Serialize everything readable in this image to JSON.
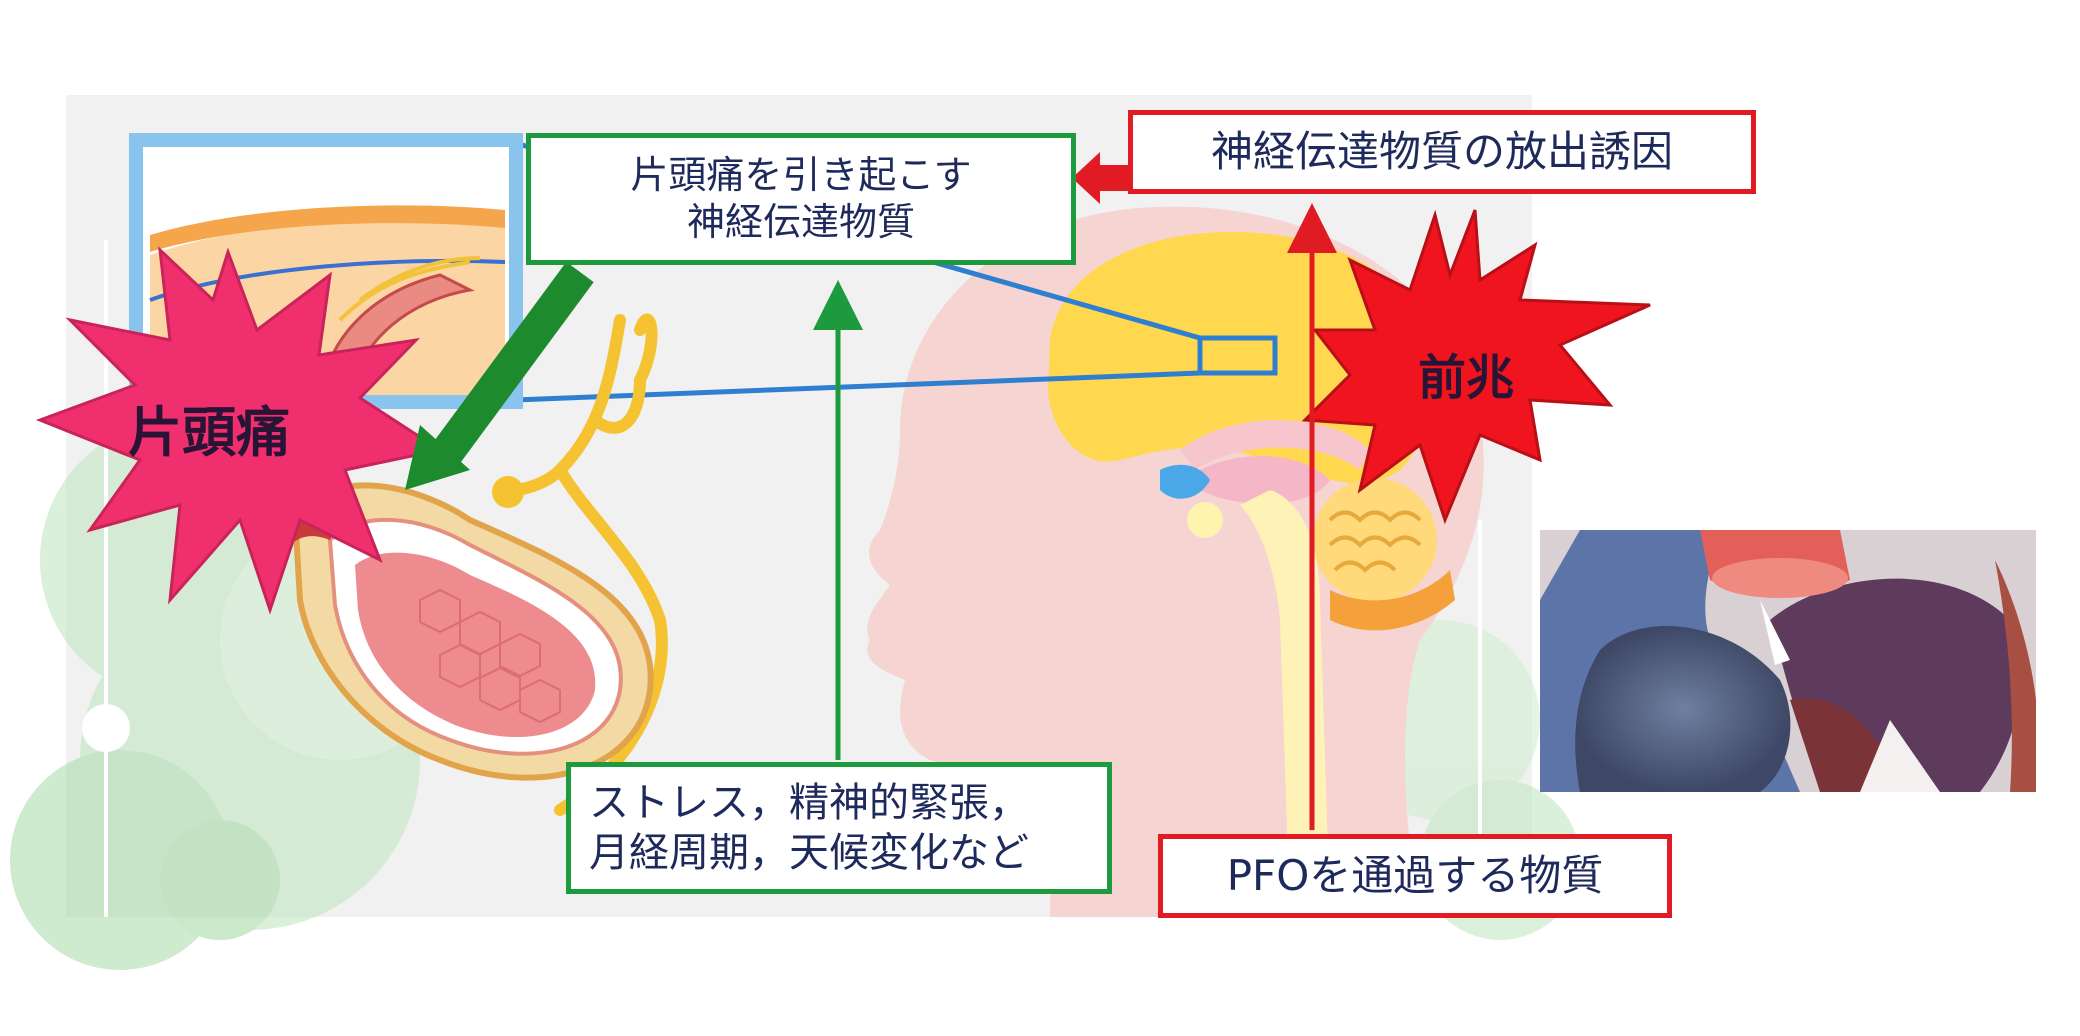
{
  "labels": {
    "neurotransmitter": [
      "片頭痛を引き起こす",
      "神経伝達物質"
    ],
    "trigger_release": "神経伝達物質の放出誘因",
    "stress_factors": [
      "ストレス，精神的緊張，",
      "月経周期，天候変化など"
    ],
    "pfo_substance": "PFOを通過する物質",
    "migraine": "片頭痛",
    "aura": "前兆"
  },
  "colors": {
    "green_frame": "#1e9a3e",
    "red_frame": "#e01b24",
    "migraine_burst": "#f0306e",
    "aura_burst": "#f0141e",
    "blue_line": "#2f7fd1",
    "text": "#1f2a5c"
  },
  "icons": {
    "migraine": "starburst",
    "aura": "starburst",
    "heart": "heart-cutaway-illustration",
    "head": "head-brain-illustration",
    "vessel": "blood-vessel-illustration"
  }
}
